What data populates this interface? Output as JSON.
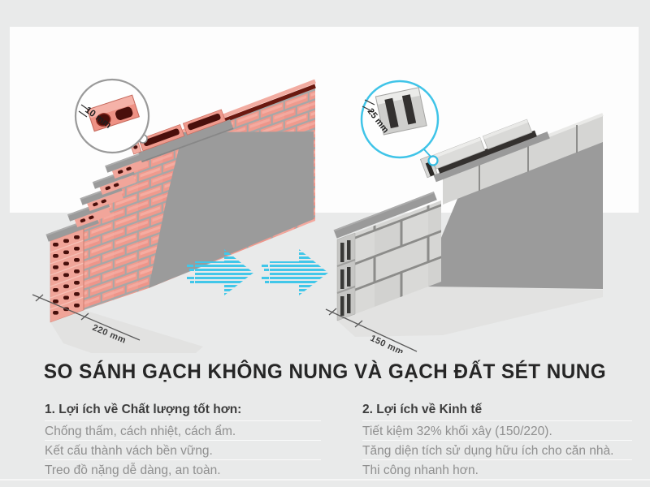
{
  "title": "SO SÁNH GẠCH KHÔNG NUNG VÀ GẠCH ĐẤT SÉT NUNG",
  "benefits": {
    "quality": {
      "heading": "1. Lợi ích về Chất lượng tốt hơn:",
      "items": [
        "Chống thấm, cách nhiệt, cách ẩm.",
        "Kết cấu thành vách bền vững.",
        "Treo đồ nặng dễ dàng, an toàn."
      ]
    },
    "economy": {
      "heading": "2. Lợi ích về Kinh tế",
      "items": [
        "Tiết kiệm 32% khối xây (150/220).",
        "Tăng diện tích sử dụng hữu ích cho căn nhà.",
        "Thi công nhanh hơn."
      ]
    }
  },
  "diagram": {
    "clay_brick_wall": {
      "thickness_label": "220 mm",
      "detail_label": "10 mm"
    },
    "unfired_block_wall": {
      "thickness_label": "150 mm",
      "detail_label": "25 mm"
    }
  },
  "colors": {
    "background": "#e9eaea",
    "panel": "#fdfdfd",
    "brick": "#ef9a8d",
    "brick_hole": "#4a0f0b",
    "block": "#d6d6d4",
    "bare_wall": "#9b9b9b",
    "accent_cyan": "#41c7e9",
    "title_text": "#262626",
    "body_text": "#8f8f8f"
  }
}
